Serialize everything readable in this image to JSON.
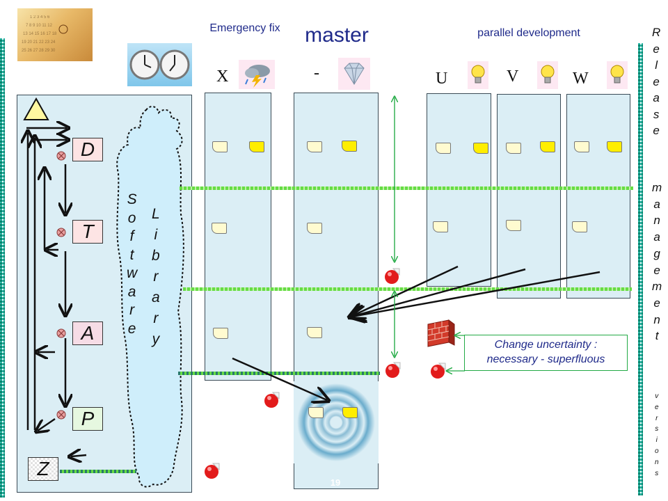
{
  "header": {
    "emergency": "Emergency fix",
    "master": "master",
    "parallel": "parallel development"
  },
  "lanes": {
    "x": "X",
    "master": "-",
    "u": "U",
    "v": "V",
    "w": "W"
  },
  "stages": [
    "D",
    "T",
    "A",
    "P"
  ],
  "start_stage": "Z",
  "software_label": [
    "S",
    "o",
    "f",
    "t",
    "w",
    "a",
    "r",
    "e"
  ],
  "library_label": [
    "L",
    "i",
    "b",
    "r",
    "a",
    "r",
    "y"
  ],
  "release_label": [
    "R",
    "e",
    "l",
    "e",
    "a",
    "s",
    "e"
  ],
  "management_label": [
    "m",
    "a",
    "n",
    "a",
    "g",
    "e",
    "m",
    "e",
    "n",
    "t"
  ],
  "versions_label": [
    "v",
    "e",
    "r",
    "s",
    "i",
    "o",
    "n",
    "s"
  ],
  "annotation": {
    "line1": "Change uncertainty :",
    "line2": "necessary - superfluous"
  },
  "page_number": "19",
  "colors": {
    "panel": "#dbeef5",
    "dotted_border": "#2fb8a8",
    "green_line": "#33cc33",
    "stage_D": "#fde4e4",
    "stage_T": "#fde4e4",
    "stage_A": "#f6dce6",
    "stage_P": "#e6f8e0"
  },
  "icons": [
    "calendar-photo",
    "clocks-photo",
    "storm-icon",
    "diamond-icon",
    "lightbulb-icon",
    "brick-wall-icon",
    "red-sticker-icon"
  ]
}
